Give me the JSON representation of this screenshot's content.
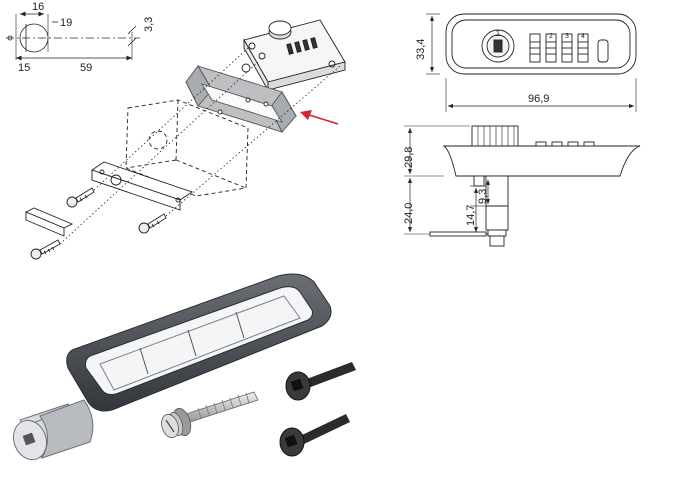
{
  "top_left_detail": {
    "dims": [
      "16",
      "19",
      "3,3",
      "15",
      "59"
    ]
  },
  "front_view": {
    "dims": {
      "height": "33,4",
      "width": "96,9"
    },
    "dial_digits": [
      "1",
      "2",
      "3",
      "4"
    ]
  },
  "side_view": {
    "dims": {
      "knob_height": "29,8",
      "body_depth": "24,0",
      "shaft_len": "14,7",
      "cam_len": "9,3"
    }
  },
  "colors": {
    "line": "#222222",
    "pointer_arrow": "#d8232a",
    "bezel": "#4a4d52",
    "bolt": "#2b2b2b",
    "spacer": "#c9ccd1"
  },
  "icons": [
    "pointer-arrow-icon",
    "screw-icon",
    "bolt-icon"
  ]
}
